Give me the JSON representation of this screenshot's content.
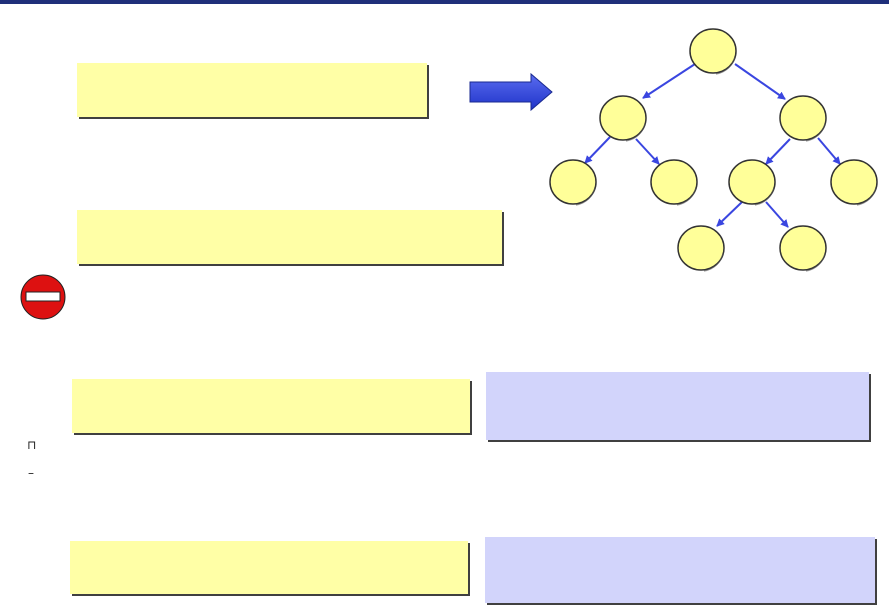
{
  "colors": {
    "header_bar": "#1f2f7a",
    "box_yellow": "#ffffa6",
    "box_lilac": "#d2d4fb",
    "node_fill": "#ffff99",
    "edge_blue": "#3a46e0",
    "arrow_blue": "#2b3fd9",
    "stop_red": "#dd1111"
  },
  "icons": {
    "stop": "no-entry-icon",
    "right_arrow": "arrow-right-icon"
  },
  "boxes": {
    "box1": "",
    "box2": "",
    "box3": "",
    "box4": "",
    "box5": "",
    "box6": ""
  },
  "tree": {
    "nodes": [
      "n1",
      "n2",
      "n3",
      "n4",
      "n5",
      "n6",
      "n7",
      "n8",
      "n9"
    ],
    "edges": [
      [
        "n1",
        "n2"
      ],
      [
        "n1",
        "n3"
      ],
      [
        "n2",
        "n4"
      ],
      [
        "n2",
        "n5"
      ],
      [
        "n3",
        "n6"
      ],
      [
        "n3",
        "n7"
      ],
      [
        "n6",
        "n8"
      ],
      [
        "n6",
        "n9"
      ]
    ]
  },
  "bullets": {
    "b1": "⊓",
    "b2": "–"
  }
}
